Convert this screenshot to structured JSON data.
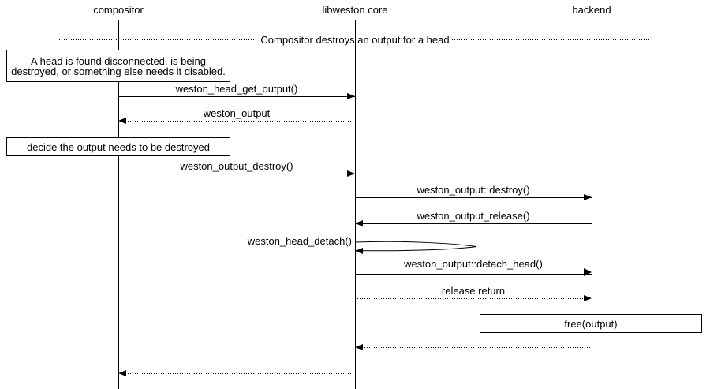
{
  "diagram": {
    "type": "sequence-diagram",
    "colors": {
      "background": "#ffffff",
      "foreground": "#000000"
    },
    "participants": [
      {
        "name": "compositor"
      },
      {
        "name": "libweston core"
      },
      {
        "name": "backend"
      }
    ],
    "divider": {
      "label": "Compositor destroys an output for a head"
    },
    "notes": [
      {
        "text": "A head is found disconnected, is being destroyed, or something else needs it disabled.",
        "over": "compositor"
      },
      {
        "text": "decide the output needs to be destroyed",
        "over": "compositor"
      },
      {
        "text": "free(output)",
        "over": "backend"
      }
    ],
    "messages": [
      {
        "label": "weston_head_get_output()",
        "from": "compositor",
        "to": "libweston core",
        "style": "solid"
      },
      {
        "label": "weston_output",
        "from": "libweston core",
        "to": "compositor",
        "style": "dotted"
      },
      {
        "label": "weston_output_destroy()",
        "from": "compositor",
        "to": "libweston core",
        "style": "solid"
      },
      {
        "label": "weston_output::destroy()",
        "from": "libweston core",
        "to": "backend",
        "style": "solid"
      },
      {
        "label": "weston_output_release()",
        "from": "backend",
        "to": "libweston core",
        "style": "solid"
      },
      {
        "label": "weston_head_detach()",
        "from": "libweston core",
        "to": "libweston core",
        "style": "self"
      },
      {
        "label": "weston_output::detach_head()",
        "from": "libweston core",
        "to": "backend",
        "style": "double"
      },
      {
        "label": "release return",
        "from": "libweston core",
        "to": "backend",
        "style": "dotted"
      },
      {
        "label": "",
        "from": "backend",
        "to": "libweston core",
        "style": "dotted"
      },
      {
        "label": "",
        "from": "libweston core",
        "to": "compositor",
        "style": "dotted"
      }
    ]
  }
}
